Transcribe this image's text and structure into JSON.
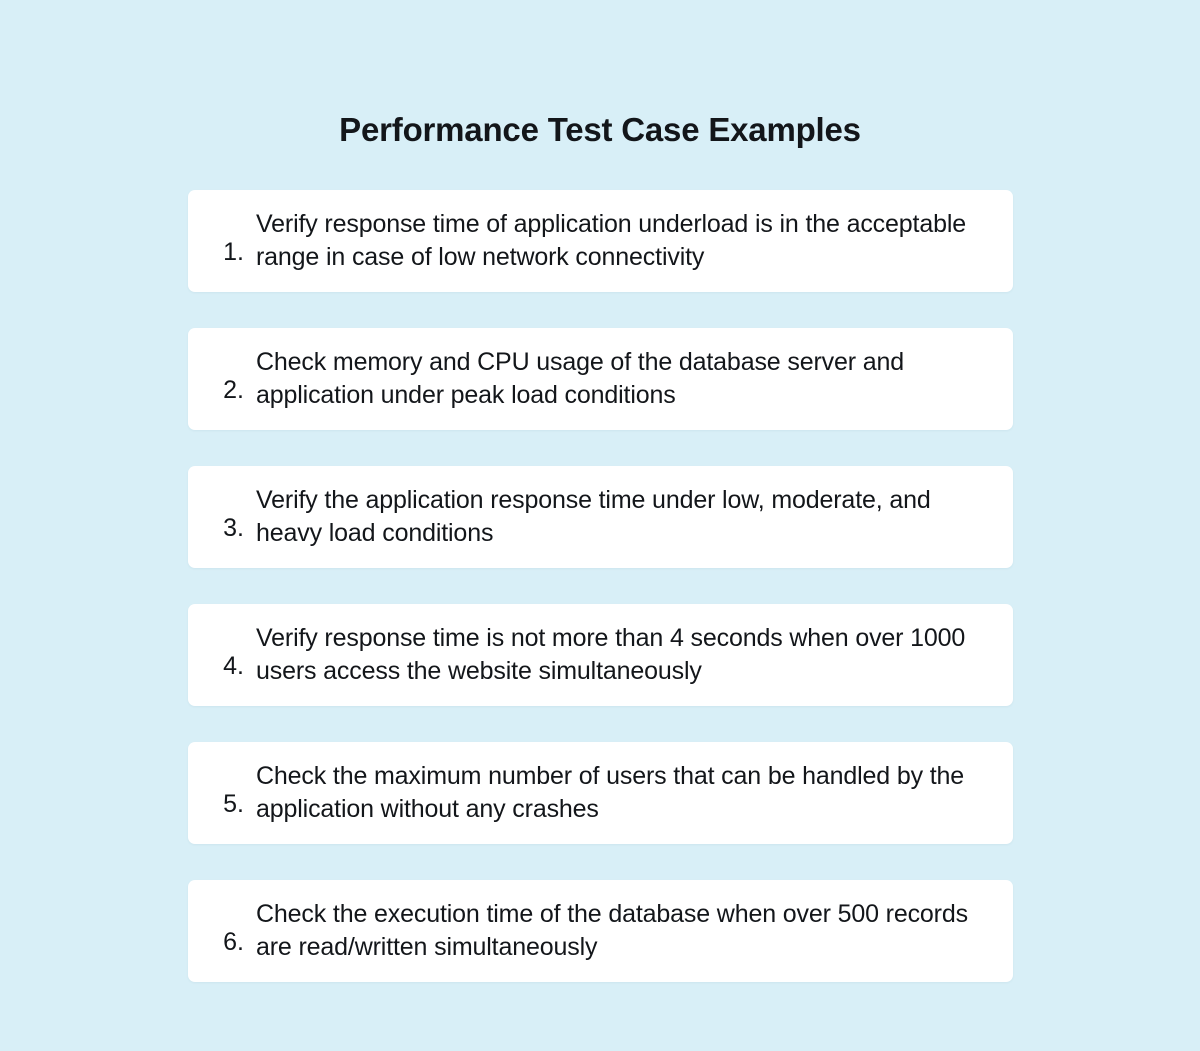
{
  "page": {
    "title": "Performance Test Case Examples",
    "background_color": "#d8eff7",
    "card_color": "#ffffff",
    "text_color": "#13161a"
  },
  "items": [
    {
      "number": "1.",
      "text": "Verify response time of application underload is in the acceptable range in case of low network connectivity"
    },
    {
      "number": "2.",
      "text": "Check memory and CPU usage of the database server and application under peak load conditions"
    },
    {
      "number": "3.",
      "text": "Verify the application response time under low, moderate, and heavy load conditions"
    },
    {
      "number": "4.",
      "text": "Verify response time is not more than 4 seconds when over 1000 users access the website simultaneously"
    },
    {
      "number": "5.",
      "text": "Check the maximum number of users that can be handled by the application without any crashes"
    },
    {
      "number": "6.",
      "text": "Check the execution time of the database when over 500 records are read/written simultaneously"
    }
  ]
}
